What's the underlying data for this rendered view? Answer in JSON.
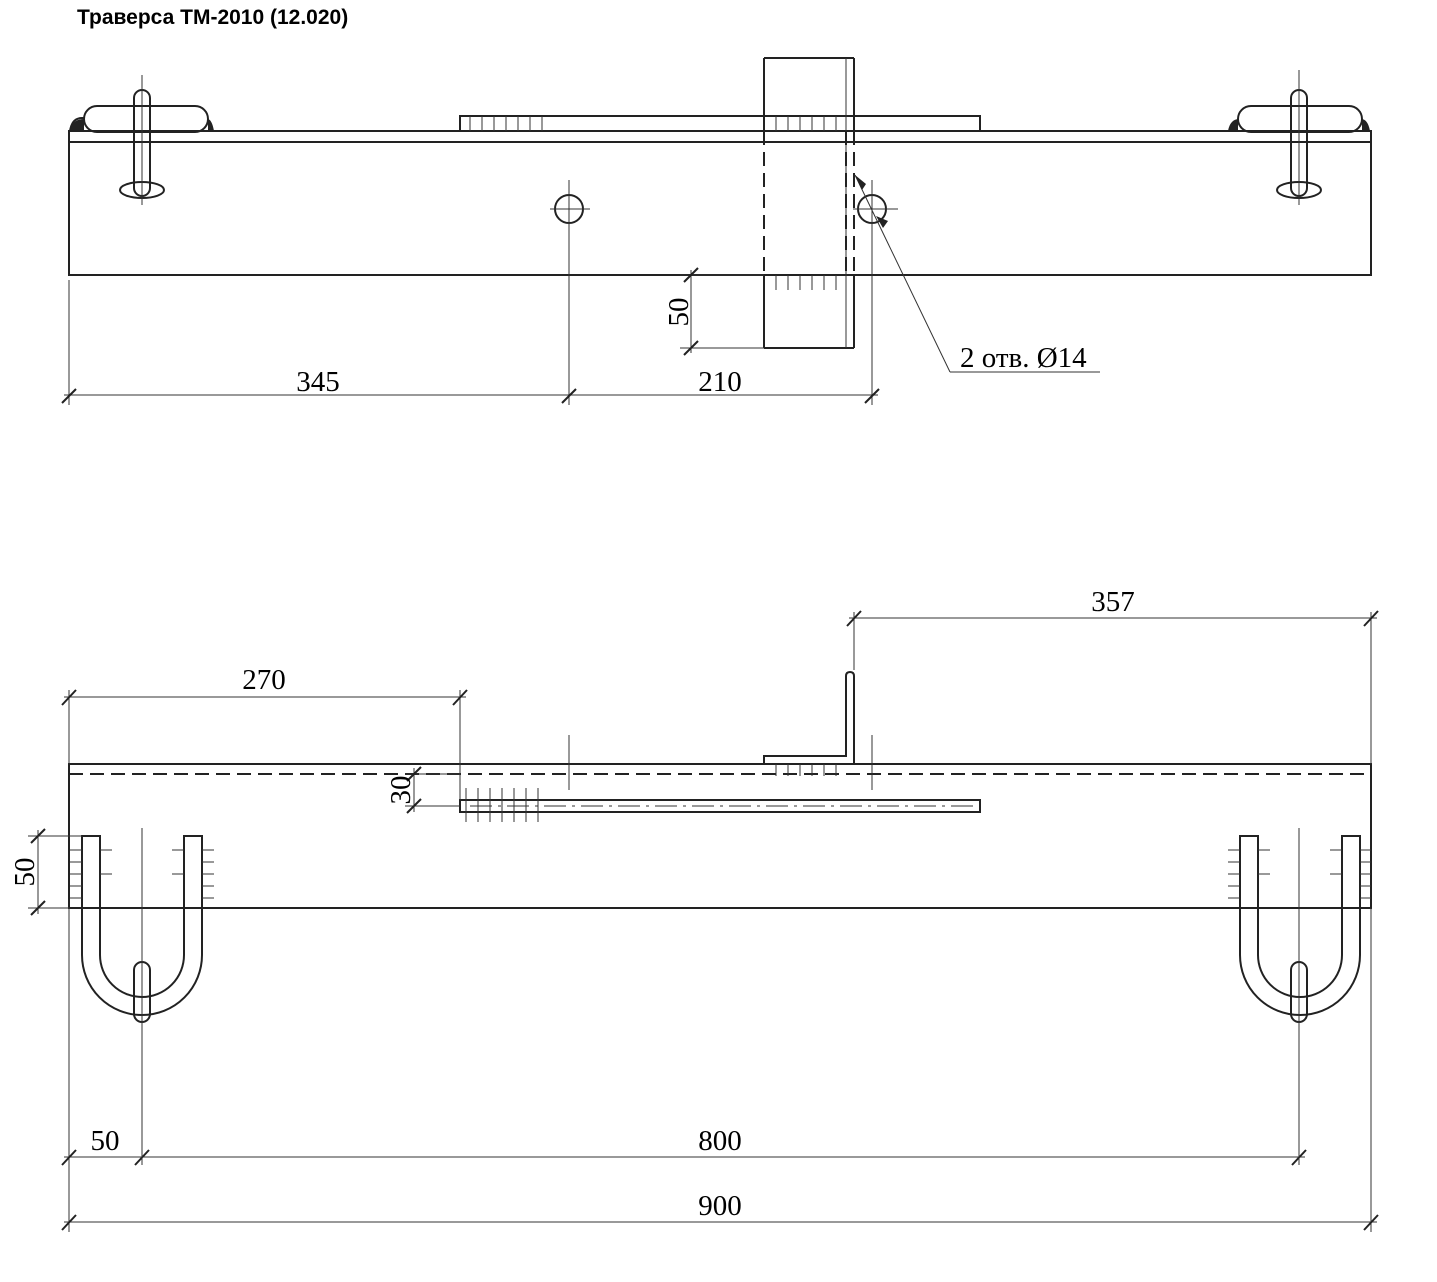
{
  "title": "Траверса ТМ-2010 (12.020)",
  "top_view": {
    "dim_345": "345",
    "dim_210": "210",
    "dim_50": "50",
    "hole_note": "2 отв. Ø14"
  },
  "front_view": {
    "dim_357": "357",
    "dim_270": "270",
    "dim_30": "30",
    "dim_50_left": "50",
    "dim_50_bottom": "50",
    "dim_800": "800",
    "dim_900": "900"
  }
}
